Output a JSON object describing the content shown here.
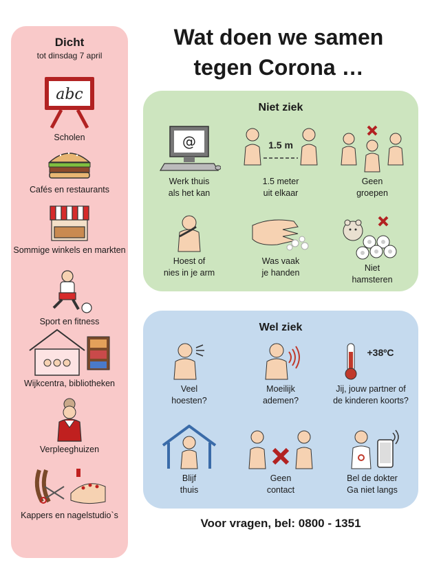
{
  "title": {
    "line1": "Wat doen we samen",
    "line2": "tegen Corona …"
  },
  "closed": {
    "heading": "Dicht",
    "until": "tot dinsdag 7 april",
    "items": [
      {
        "label": "Scholen",
        "icon": "chalkboard-icon",
        "board_text": "abc"
      },
      {
        "label": "Cafés en restaurants",
        "icon": "burger-icon"
      },
      {
        "label": "Sommige winkels en markten",
        "icon": "market-stall-icon"
      },
      {
        "label": "Sport en fitness",
        "icon": "soccer-player-icon"
      },
      {
        "label": "Wijkcentra, bibliotheken",
        "icon": "community-center-icon"
      },
      {
        "label": "Verpleeghuizen",
        "icon": "nurse-icon"
      },
      {
        "label": "Kappers en nagelstudio`s",
        "icon": "scissors-nail-icon"
      }
    ]
  },
  "healthy": {
    "heading": "Niet ziek",
    "items": [
      {
        "line1": "Werk thuis",
        "line2": "als het kan",
        "icon": "computer-icon",
        "screen_text": "@"
      },
      {
        "line1": "1.5 meter",
        "line2": "uit elkaar",
        "icon": "distance-icon",
        "distance_text": "1.5 m"
      },
      {
        "line1": "Geen",
        "line2": "groepen",
        "icon": "no-groups-icon"
      },
      {
        "line1": "Hoest of",
        "line2": "nies in je arm",
        "icon": "cough-arm-icon"
      },
      {
        "line1": "Was vaak",
        "line2": "je handen",
        "icon": "wash-hands-icon"
      },
      {
        "line1": "Niet",
        "line2": "hamsteren",
        "icon": "no-hoarding-icon"
      }
    ]
  },
  "sick": {
    "heading": "Wel ziek",
    "items": [
      {
        "line1": "Veel",
        "line2": "hoesten?",
        "icon": "coughing-icon"
      },
      {
        "line1": "Moeilijk",
        "line2": "ademen?",
        "icon": "breathing-icon"
      },
      {
        "line1": "Jij, jouw partner of",
        "line2": "de kinderen koorts?",
        "icon": "thermometer-icon",
        "temp_text": "+38ºC"
      },
      {
        "line1": "Blijf",
        "line2": "thuis",
        "icon": "stay-home-icon"
      },
      {
        "line1": "Geen",
        "line2": "contact",
        "icon": "no-contact-icon"
      },
      {
        "line1": "Bel de dokter",
        "line2": "Ga niet langs",
        "icon": "call-doctor-icon"
      }
    ]
  },
  "footer": "Voor vragen, bel: 0800 - 1351",
  "colors": {
    "closed_bg": "#f9c9c9",
    "healthy_bg": "#cde5bf",
    "sick_bg": "#c5daee",
    "accent_red": "#c0392b",
    "skin": "#f6d2b2"
  }
}
